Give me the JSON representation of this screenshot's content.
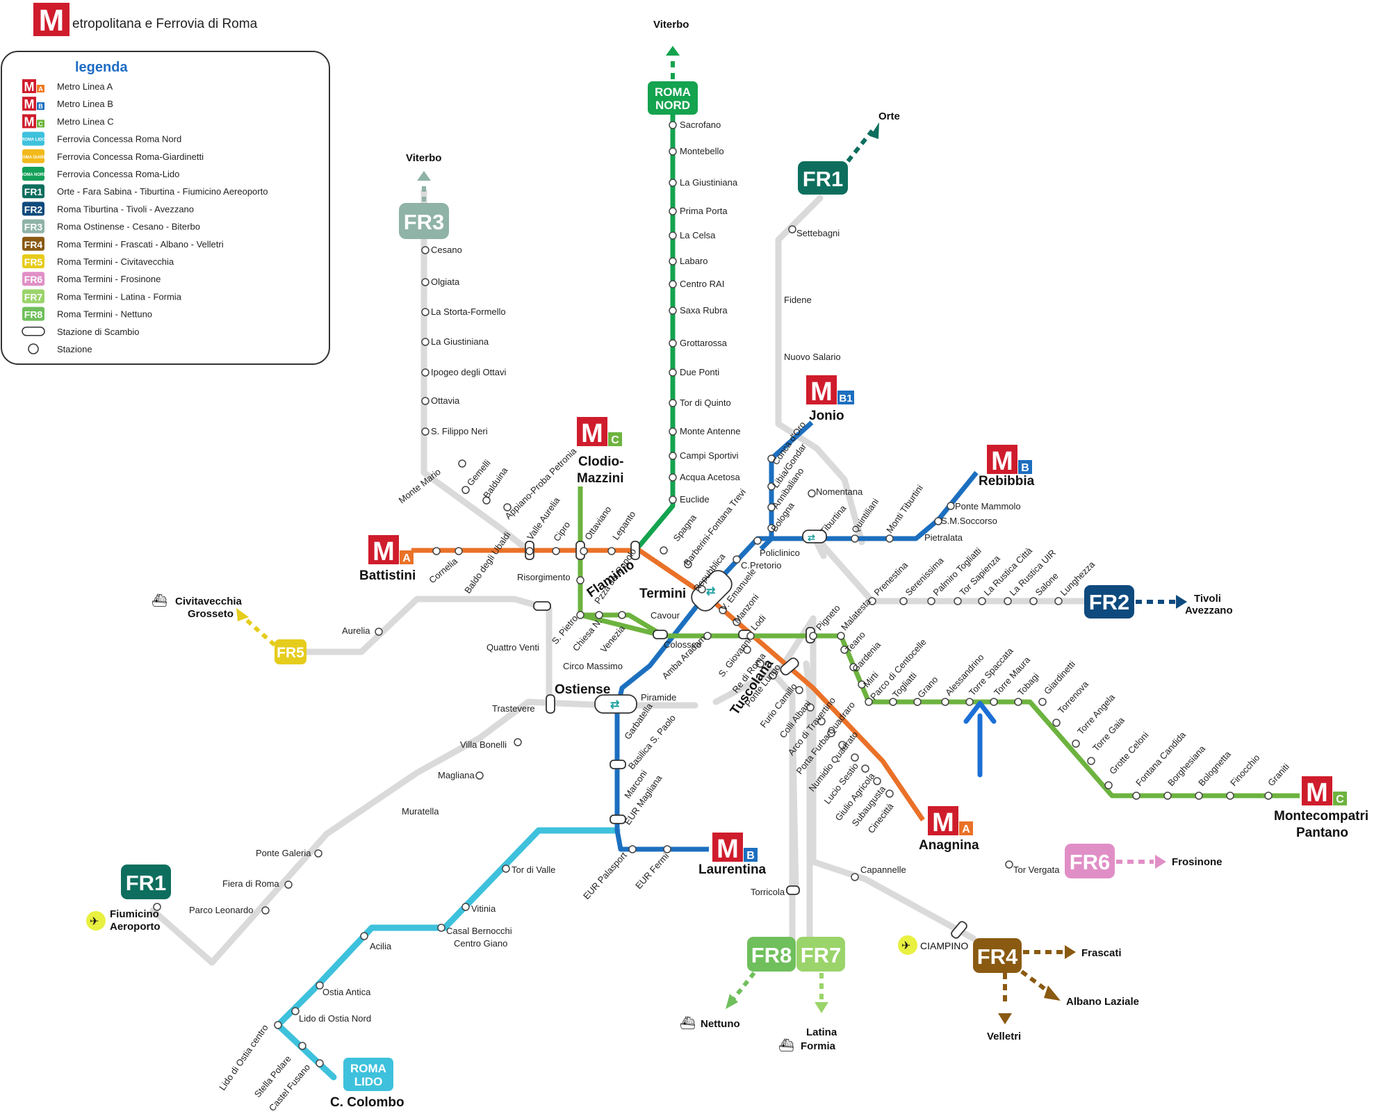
{
  "header": {
    "title": "etropolitana e Ferrovia di Roma"
  },
  "legend": {
    "title": "legenda",
    "items": [
      {
        "key": "metro-a",
        "label": "Metro Linea A",
        "color": "#cf1c2c",
        "tag": "A",
        "tag_color": "#f07a22",
        "kind": "metro"
      },
      {
        "key": "metro-b",
        "label": "Metro Linea B",
        "color": "#cf1c2c",
        "tag": "B",
        "tag_color": "#1c6fbf",
        "kind": "metro"
      },
      {
        "key": "metro-c",
        "label": "Metro Linea C",
        "color": "#cf1c2c",
        "tag": "C",
        "tag_color": "#6bb43a",
        "kind": "metro"
      },
      {
        "key": "roma-nord",
        "label": "Ferrovia Concessa Roma Nord",
        "color": "#3ec1dc",
        "tag": "ROMA LIDO",
        "kind": "rail"
      },
      {
        "key": "giardinetti",
        "label": "Ferrovia Concessa Roma-Giardinetti",
        "color": "#f2b91b",
        "tag": "ROMA GIARD.",
        "kind": "rail"
      },
      {
        "key": "roma-lido",
        "label": "Ferrovia Concessa Roma-Lido",
        "color": "#13a058",
        "tag": "ROMA NORD",
        "kind": "rail"
      },
      {
        "key": "fr1",
        "label": "Orte - Fara Sabina - Tiburtina - Fiumicino Aereoporto",
        "color": "#0d6e5e",
        "tag": "FR1",
        "kind": "fr"
      },
      {
        "key": "fr2",
        "label": "Roma Tiburtina - Tivoli - Avezzano",
        "color": "#0e4a7d",
        "tag": "FR2",
        "kind": "fr"
      },
      {
        "key": "fr3",
        "label": "Roma Ostinense - Cesano - Biterbo",
        "color": "#8fb3a6",
        "tag": "FR3",
        "kind": "fr"
      },
      {
        "key": "fr4",
        "label": "Roma Termini - Frascati - Albano - Velletri",
        "color": "#8a5a12",
        "tag": "FR4",
        "kind": "fr"
      },
      {
        "key": "fr5",
        "label": "Roma Termini - Civitavecchia",
        "color": "#e6cc1c",
        "tag": "FR5",
        "kind": "fr"
      },
      {
        "key": "fr6",
        "label": "Roma Termini - Frosinone",
        "color": "#e08fc6",
        "tag": "FR6",
        "kind": "fr"
      },
      {
        "key": "fr7",
        "label": "Roma Termini - Latina - Formia",
        "color": "#9ad46a",
        "tag": "FR7",
        "kind": "fr"
      },
      {
        "key": "fr8",
        "label": "Roma Termini - Nettuno",
        "color": "#6fbf5c",
        "tag": "FR8",
        "kind": "fr"
      },
      {
        "key": "scambio",
        "label": "Stazione di Scambio",
        "kind": "interchange"
      },
      {
        "key": "stazione",
        "label": "Stazione",
        "kind": "station"
      }
    ]
  },
  "colors": {
    "metro_a": "#ea7128",
    "metro_b": "#1c6fbf",
    "metro_c": "#6db33f",
    "roma_nord": "#14a34f",
    "roma_lido": "#3ec1dc",
    "fr_grey": "#dadada",
    "metro_logo": "#cf1c2c",
    "fr1": "#0d6e5e",
    "fr2": "#0e4a7d",
    "fr3": "#8fb3a6",
    "fr4": "#8a5a12",
    "fr5": "#e6cc1c",
    "fr6": "#e08fc6",
    "fr7": "#9ad46a",
    "fr8": "#6fbf5c",
    "arrow": "#1c6fd6"
  },
  "terminals": {
    "battistini": "Battistini",
    "anagnina": "Anagnina",
    "rebibbia": "Rebibbia",
    "jonio": "Jonio",
    "laurentina": "Laurentina",
    "clodio": "Clodio-",
    "clodio2": "Mazzini",
    "montecompatri": "Montecompatri",
    "pantano": "Pantano",
    "termini": "Termini",
    "ostiense": "Ostiense",
    "flaminio": "Flaminio",
    "tuscolana": "Tuscolana",
    "c_colombo": "C. Colombo"
  },
  "badges": {
    "m_a": "M",
    "m_tag_a": "A",
    "m_tag_b": "B",
    "m_tag_b1": "B1",
    "m_tag_c": "C",
    "roma_nord_1": "ROMA",
    "roma_nord_2": "NORD",
    "roma_lido_1": "ROMA",
    "roma_lido_2": "LIDO",
    "fr1": "FR1",
    "fr2": "FR2",
    "fr3": "FR3",
    "fr4": "FR4",
    "fr5": "FR5",
    "fr6": "FR6",
    "fr7": "FR7",
    "fr8": "FR8"
  },
  "destinations": {
    "viterbo": "Viterbo",
    "orte": "Orte",
    "tivoli": "Tivoli",
    "avezzano": "Avezzano",
    "civitavecchia": "Civitavecchia",
    "grosseto": "Grosseto",
    "fiumicino": "Fiumicino",
    "aeroporto": "Aeroporto",
    "frosinone": "Frosinone",
    "frascati": "Frascati",
    "albano": "Albano Laziale",
    "velletri": "Velletri",
    "ciampino": "CIAMPINO",
    "nettuno": "Nettuno",
    "latina": "Latina",
    "formia": "Formia"
  },
  "stations": {
    "roma_nord": [
      "Sacrofano",
      "Montebello",
      "La Giustiniana",
      "Prima Porta",
      "La Celsa",
      "Labaro",
      "Centro RAI",
      "Saxa Rubra",
      "Grottarossa",
      "Due Ponti",
      "Tor di Quinto",
      "Monte Antenne",
      "Campi Sportivi",
      "Acqua Acetosa",
      "Euclide"
    ],
    "fr3": [
      "Cesano",
      "Olgiata",
      "La Storta-Formello",
      "La Giustiniana",
      "Ipogeo degli Ottavi",
      "Ottavia",
      "S. Filippo Neri"
    ],
    "fr1_north": [
      "Settebagni",
      "Fidene",
      "Nuovo Salario"
    ],
    "metro_a_west": [
      "Cornelia",
      "Baldo degli Ubaldi",
      "Valle Aurelia",
      "Cipro",
      "Ottaviano",
      "Lepanto"
    ],
    "metro_a_center": [
      "Spagna",
      "Barberini-Fontana Trevi",
      "Repubblica",
      "V. Emanuele",
      "Manzoni",
      "S. Giovanni",
      "Re di Roma",
      "Ponte Lungo",
      "Furio Camillo",
      "Colli Albani",
      "Arco di Travertino",
      "Porta Furba-Quadraro",
      "Numidio Quadrato",
      "Lucio Sestio",
      "Giulio Agricola",
      "Subaugusta",
      "Cinecittà"
    ],
    "fr3_south": [
      "Monte Mario",
      "Gemelli",
      "Balduina",
      "Appiano-Proba Petronia"
    ],
    "metro_c_west": [
      "Risorgimento",
      "S. Pietro",
      "Chiesa N.",
      "Venezia",
      "Pzza del Popolo",
      "Amba Aradam"
    ],
    "metro_b1": [
      "Conca d'Oro",
      "Libia/Gondar",
      "Annibaliano",
      "Bologna",
      "Policlinico",
      "C.Pretorio"
    ],
    "metro_b_east": [
      "Tiburtina",
      "Quintiliani",
      "Monti Tiburtini",
      "Pietralata",
      "S.M.Soccorso",
      "Ponte Mammolo",
      "Nomentana"
    ],
    "fr2_east": [
      "Prenestina",
      "Serenissima",
      "Palmiro Togliatti",
      "Tor Sapienza",
      "La Rustica Città",
      "La Rustica UIR",
      "Salone",
      "Lunghezza"
    ],
    "metro_c_east": [
      "Lodi",
      "Pigneto",
      "Malatesta",
      "Teano",
      "Gardenia",
      "Mirti",
      "Parco di Centocelle",
      "Togliatti",
      "Grano",
      "Alessandrino",
      "Torre Spaccata",
      "Torre Maura",
      "Tobagi",
      "Giardinetti",
      "Torrenova",
      "Torre Angela",
      "Torre Gaia",
      "Grotte Celoni",
      "Fontana Candida",
      "Borghesiana",
      "Bolognetta",
      "Finocchio",
      "Graniti"
    ],
    "center": [
      "Cavour",
      "Colosseo",
      "Circo Massimo",
      "Piramide",
      "Quattro Venti",
      "Trastevere",
      "Aurelia"
    ],
    "metro_b_south": [
      "Garbatella",
      "Basilica S. Paolo",
      "Marconi",
      "EUR Magliana",
      "EUR Palasport",
      "EUR Fermi"
    ],
    "fr1_south": [
      "Villa Bonelli",
      "Magliana",
      "Muratella",
      "Ponte Galeria",
      "Fiera di Roma",
      "Parco Leonardo"
    ],
    "roma_lido": [
      "Tor di Valle",
      "Vitinia",
      "Casal Bernocchi",
      "Centro Giano",
      "Acilia",
      "Ostia Antica",
      "Lido di Ostia Nord",
      "Lido di Ostia centro",
      "Stella Polare",
      "Castel Fusano"
    ],
    "south_misc": [
      "Torricola",
      "Capannelle",
      "Tor Vergata"
    ]
  }
}
